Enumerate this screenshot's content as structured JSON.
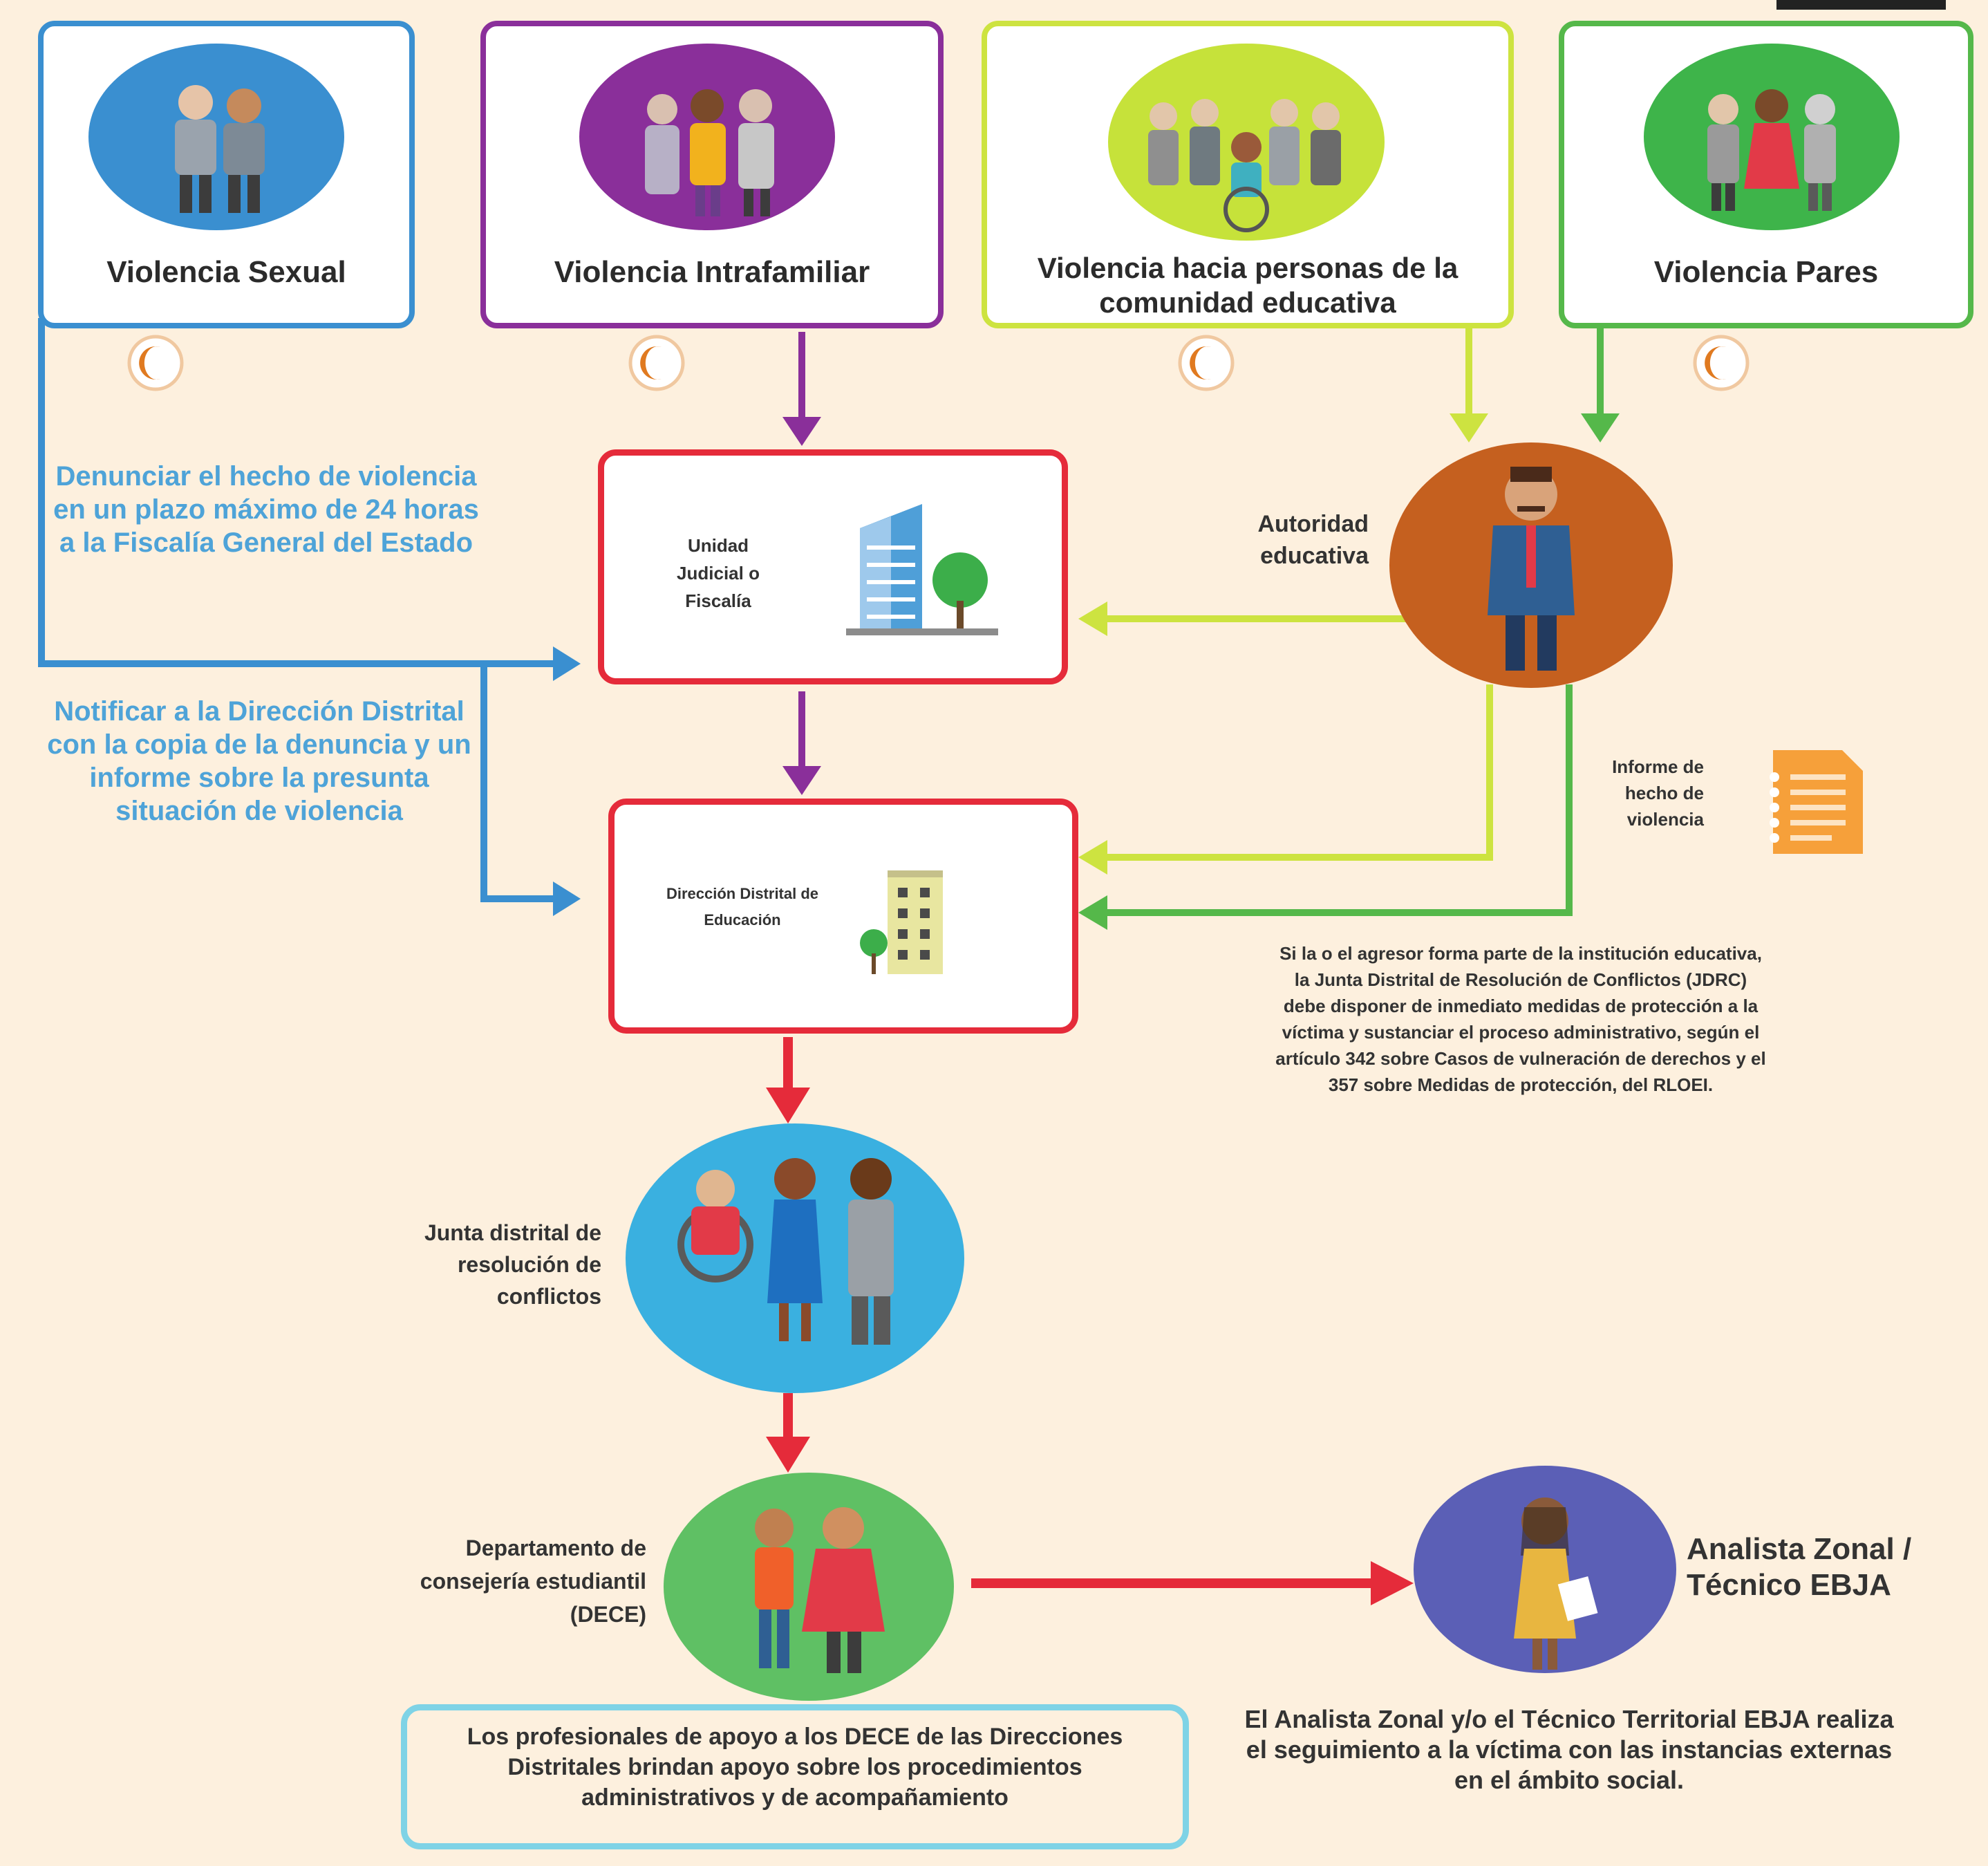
{
  "violence_types": [
    {
      "label": "Violencia Sexual",
      "color": "#3a8fd0"
    },
    {
      "label": "Violencia Intrafamiliar",
      "color": "#8a2f9a"
    },
    {
      "label": "Violencia hacia personas de la comunidad educativa",
      "color": "#cde340"
    },
    {
      "label": "Violencia Pares",
      "color": "#55b84a"
    }
  ],
  "blue_notes": {
    "denounce": "Denunciar el hecho de violencia en un plazo máximo de 24 horas a la Fiscalía General del Estado",
    "notify": "Notificar a la Dirección Distrital con la copia de la denuncia y un informe sobre la presunta situación de violencia"
  },
  "nodes": {
    "fiscalia": "Unidad Judicial o Fiscalía",
    "autoridad": "Autoridad educativa",
    "direccion": "Dirección Distrital de Educación",
    "informe": "Informe de hecho de violencia",
    "junta": "Junta distrital de resolución de conflictos",
    "dece": "Departamento de consejería estudiantil (DECE)",
    "analista": "Analista Zonal / Técnico EBJA"
  },
  "notes": {
    "jdrc": "Si la o el agresor forma parte de la institución educativa, la Junta Distrital de Resolución de Conflictos (JDRC) debe disponer de inmediato medidas de protección a la víctima y sustanciar el proceso administrativo, según el artículo 342 sobre Casos de vulneración de derechos y el 357 sobre Medidas de protección, del RLOEI.",
    "dece_support": "Los profesionales de apoyo a los DECE de las Direcciones Distritales brindan apoyo sobre los procedimientos administrativos y de acompañamiento",
    "analista_follow": "El Analista Zonal y/o el Técnico Territorial EBJA realiza el seguimiento a la víctima con las instancias externas en el ámbito social."
  },
  "colors": {
    "background": "#fdf0de",
    "red": "#e52b3a",
    "blue": "#3a8fd0",
    "purple": "#8a2f9a",
    "yellow_green": "#cde340",
    "green": "#55b84a",
    "orange": "#c5601f",
    "light_blue": "#4ea3d8"
  },
  "icons": [
    "people-icon",
    "family-icon",
    "community-icon",
    "peers-icon",
    "building-icon",
    "tree-icon",
    "teacher-icon",
    "document-icon",
    "board-members-icon",
    "students-icon",
    "analyst-icon"
  ]
}
